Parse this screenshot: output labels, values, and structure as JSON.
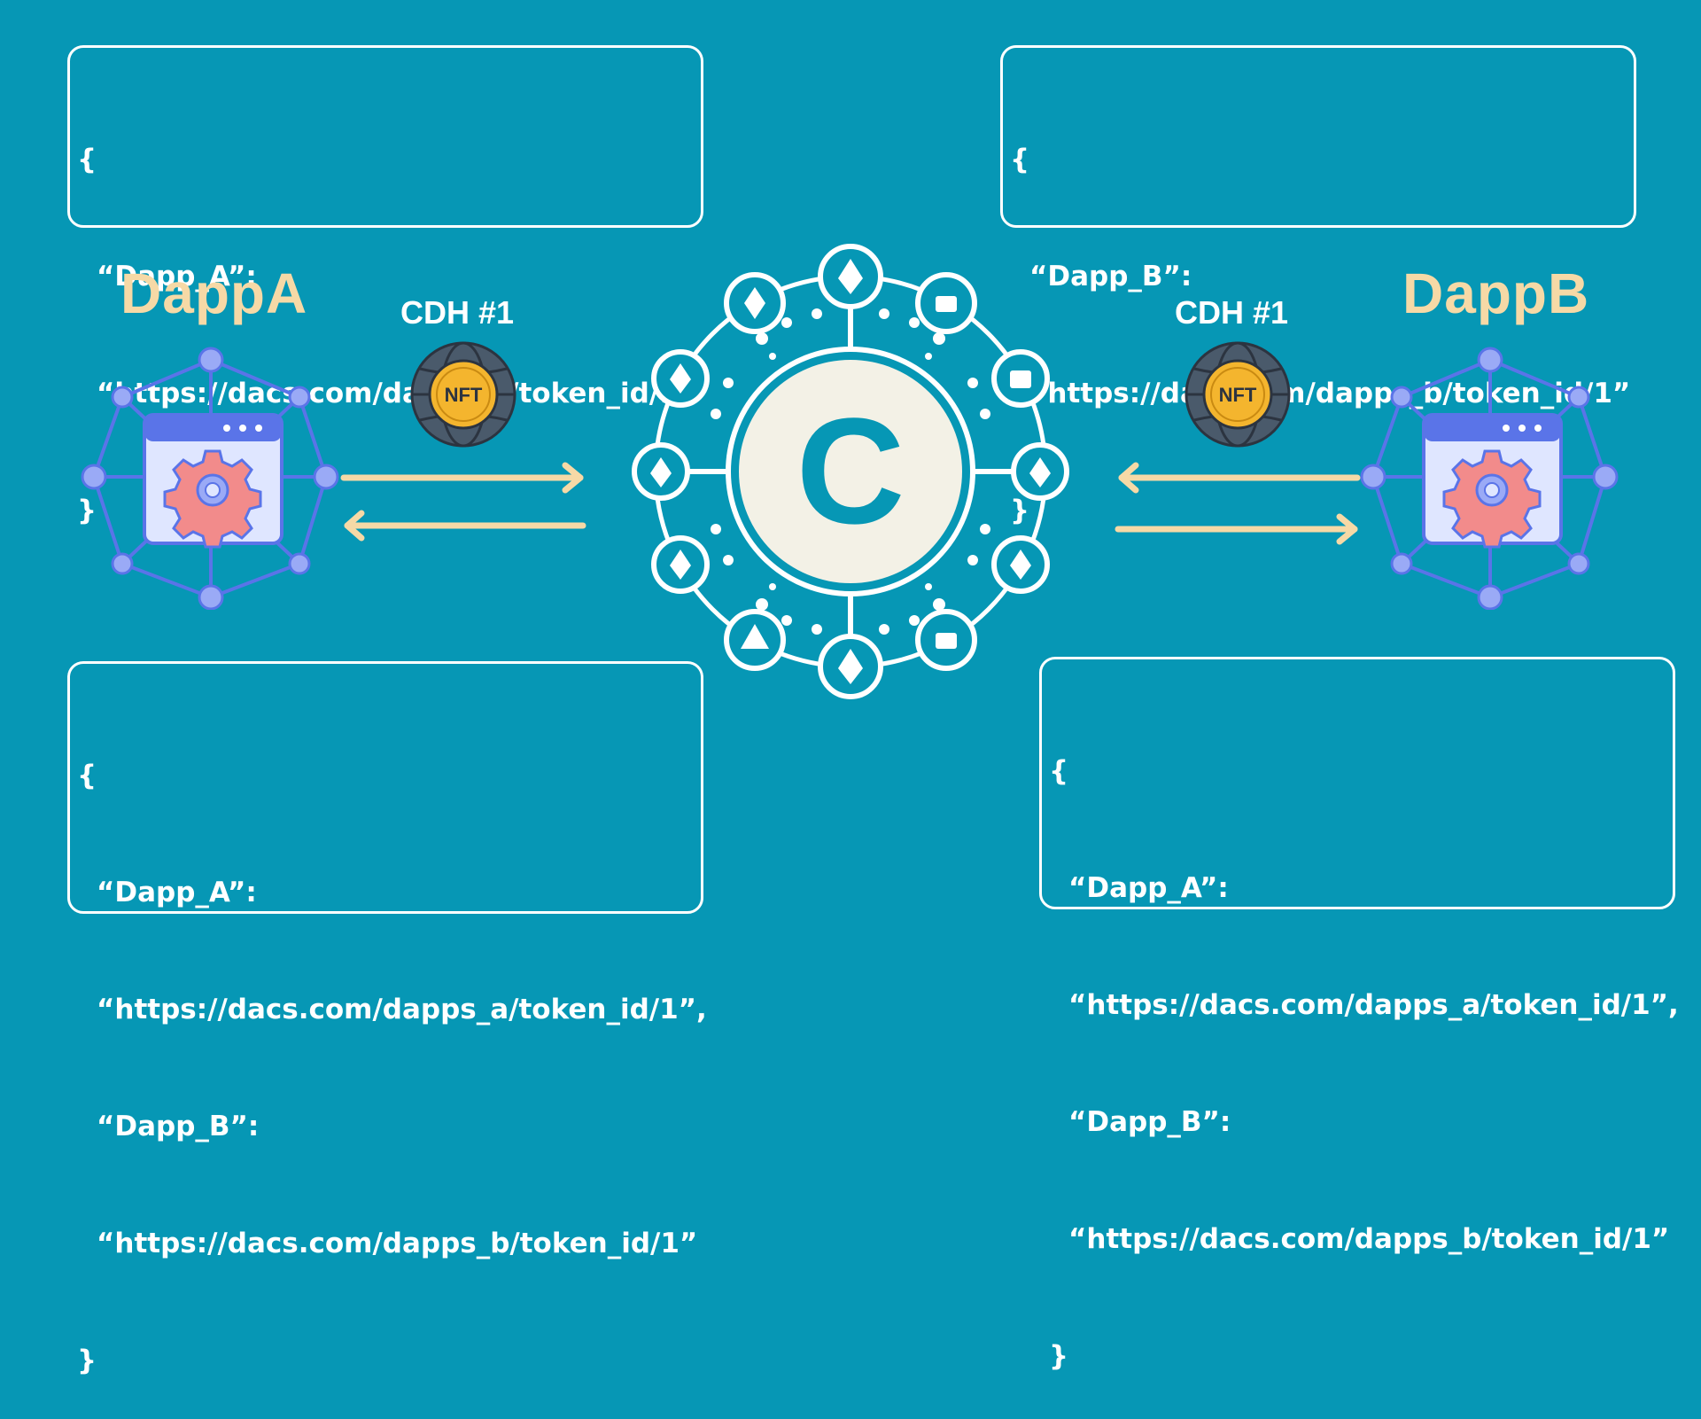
{
  "boxes": {
    "a_top": {
      "open": "{",
      "key1": "“Dapp_A”:",
      "val1": "“https://dacs.com/dapps_a/token_id/1”",
      "close": "}"
    },
    "b_top": {
      "open": "{",
      "key1": "“Dapp_B”:",
      "val1": "“https://dacs.com/dapps_b/token_id/1”",
      "close": "}"
    },
    "a_bottom": {
      "open": "{",
      "key1": "“Dapp_A”:",
      "val1": "“https://dacs.com/dapps_a/token_id/1”,",
      "key2": "“Dapp_B”:",
      "val2": "“https://dacs.com/dapps_b/token_id/1”",
      "close": "}"
    },
    "b_bottom": {
      "open": "{",
      "key1": "“Dapp_A”:",
      "val1": "“https://dacs.com/dapps_a/token_id/1”,",
      "key2": "“Dapp_B”:",
      "val2": "“https://dacs.com/dapps_b/token_id/1”",
      "close": "}"
    }
  },
  "dapps": {
    "left_title": "DappA",
    "right_title": "DappB"
  },
  "tokens": {
    "left_label": "CDH #1",
    "right_label": "CDH #1",
    "badge_text": "NFT"
  },
  "hub": {
    "letter": "C"
  },
  "colors": {
    "background": "#0697b5",
    "accent": "#f6d9a6",
    "network_blue": "#5a74e8",
    "gear_pink": "#f28b8b",
    "coin_gold": "#f4b52e"
  },
  "icons": [
    "dapp-network-icon",
    "nft-coin-icon",
    "hub-logo-icon",
    "arrow-icon"
  ]
}
